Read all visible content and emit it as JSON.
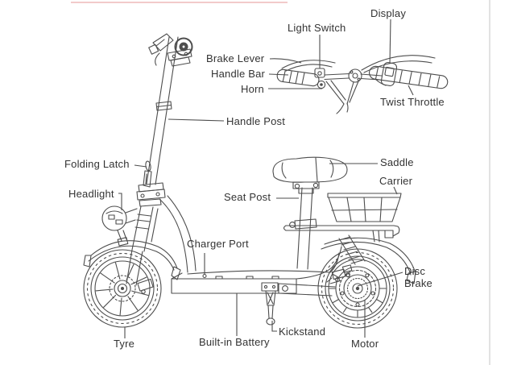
{
  "diagram": {
    "subject": "electric-scooter-parts-diagram",
    "labels": {
      "display": "Display",
      "light_switch": "Light Switch",
      "brake_lever": "Brake Lever",
      "handle_bar": "Handle Bar",
      "horn": "Horn",
      "twist_throttle": "Twist Throttle",
      "handle_post": "Handle Post",
      "folding_latch": "Folding Latch",
      "headlight": "Headlight",
      "seat_post": "Seat Post",
      "saddle": "Saddle",
      "carrier": "Carrier",
      "charger_port": "Charger Port",
      "disc_brake": "Disc Brake",
      "tyre": "Tyre",
      "built_in_battery": "Built-in Battery",
      "kickstand": "Kickstand",
      "motor": "Motor"
    }
  },
  "colors": {
    "line_art": "#4d4d4d",
    "label_text": "#333333",
    "top_accent_line": "#f2caca",
    "right_border_line": "#e2e2e2",
    "background": "#ffffff"
  }
}
